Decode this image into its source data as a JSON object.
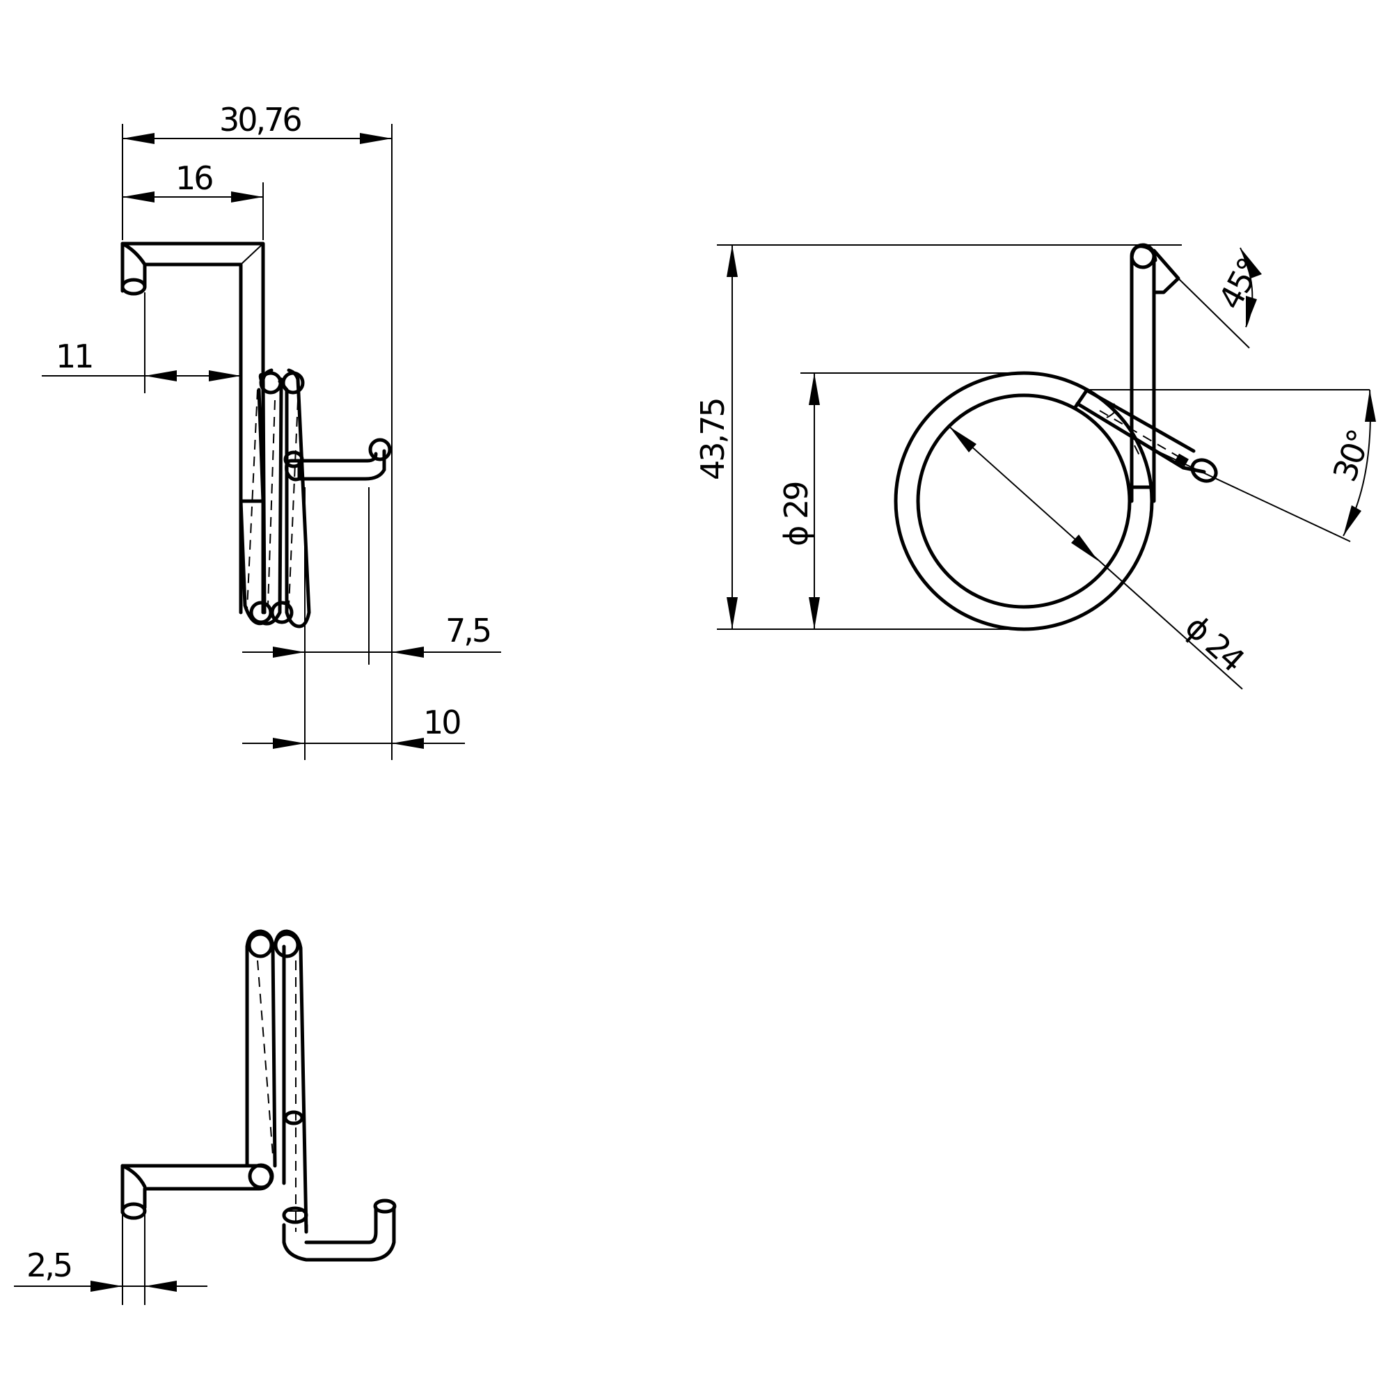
{
  "dimensions": {
    "overall_width": "30,76",
    "arm_length": "16",
    "leg_offset": "11",
    "hook_offset": "7,5",
    "coil_offset": "10",
    "wire_diameter": "2,5",
    "total_height": "43,75",
    "outer_diameter": "ϕ 29",
    "inner_diameter": "ϕ 24",
    "leg_angle": "45°",
    "arm_angle": "30°"
  }
}
